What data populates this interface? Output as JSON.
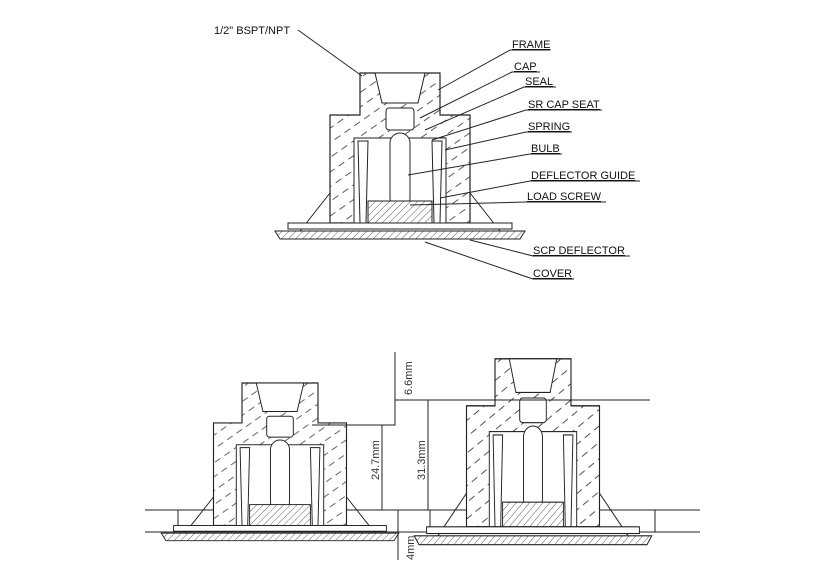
{
  "callouts": {
    "thread": "1/2\" BSPT/NPT",
    "frame": "FRAME",
    "cap": "CAP",
    "seal": "SEAL",
    "sr_cap_seat": "SR CAP SEAT",
    "spring": "SPRING",
    "bulb": "BULB",
    "deflector_guide": "DEFLECTOR GUIDE",
    "load_screw": "LOAD SCREW",
    "scp_deflector": "SCP DEFLECTOR",
    "cover": "COVER"
  },
  "dimensions": {
    "top_offset": "6.6mm",
    "recessed_height": "24.7mm",
    "extended_height": "31.3mm",
    "cover_gap": "4mm"
  }
}
